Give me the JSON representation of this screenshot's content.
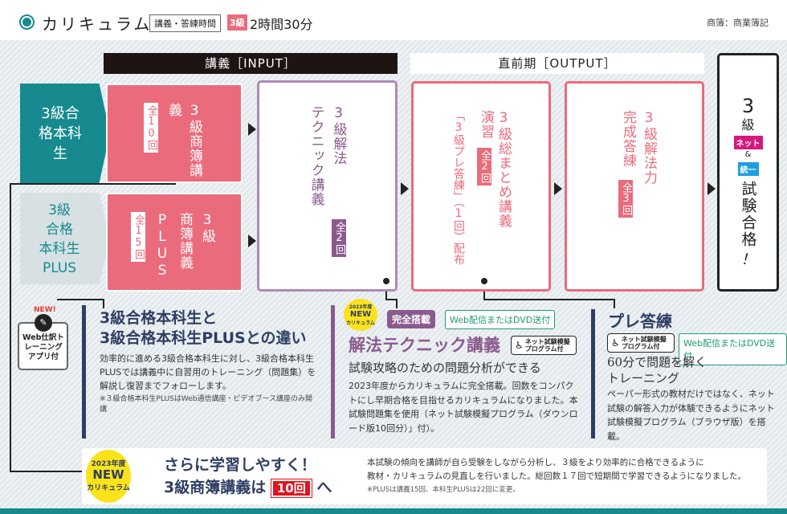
{
  "header": {
    "title": "カリキュラム",
    "time_label": "講義・答練時間",
    "level_badge": "3級",
    "time_value": "2時間30分",
    "note": "商簿：商業簿記"
  },
  "phases": {
    "input": "講義［INPUT］",
    "output": "直前期［OUTPUT］"
  },
  "courses": {
    "honka": "3級合格本科生",
    "plus_line1": "3級",
    "plus_line2": "合格",
    "plus_line3": "本科生",
    "plus_line4": "PLUS"
  },
  "boxes": {
    "shobo": {
      "title": "3級商簿講義",
      "count": "全10回"
    },
    "shobo_plus": {
      "title1": "3級",
      "title2": "商簿講義",
      "title3": "PLUS",
      "count": "全15回"
    },
    "kaiho": {
      "title1": "3級解法",
      "title2": "テクニック講義",
      "count": "全2回"
    },
    "matome": {
      "title1": "3級総まとめ講義",
      "title2": "演習",
      "count": "全2回",
      "note": "「3級プレ答練」（1回）配布"
    },
    "kanse": {
      "title1": "3級解法力",
      "title2": "完成答練",
      "count": "全3回"
    },
    "goal": {
      "level": "3",
      "kyu": "級",
      "net": "ネット",
      "amp": "&",
      "toitsu": "統一",
      "pass": "試験合格",
      "excl": "！"
    }
  },
  "app_badge": {
    "new": "NEW!",
    "text": "Web仕訳トレーニングアプリ付"
  },
  "section1": {
    "title1": "3級合格本科生と",
    "title2": "3級合格本科生PLUSとの違い",
    "body": "効率的に進める3級合格本科生に対し、3級合格本科生PLUSでは講義中に自習用のトレーニング（問題集）を解説し復習までフォローします。",
    "note": "※３級合格本科生PLUSはWeb通信講座・ビデオブース講座のみ開講"
  },
  "section2": {
    "new_year": "2023年度",
    "new_word": "NEW",
    "new_cur": "カリキュラム",
    "badge": "完全搭載",
    "delivery": "Web配信またはDVD送付",
    "title": "解法テクニック講義",
    "program": "ネット試験模擬プログラム付",
    "subtitle": "試験攻略のための問題分析ができる",
    "body": "2023年度からカリキュラムに完全搭載。回数をコンパクトにし早期合格を目指せるカリキュラムになりました。本試験問題集を使用（ネット試験模擬プログラム（ダウンロード版10回分）」付）。"
  },
  "section3": {
    "title": "プレ答練",
    "program": "ネット試験模擬プログラム付",
    "delivery": "Web配信またはDVD送付",
    "subtitle1": "60分で問題を解く",
    "subtitle2": "トレーニング",
    "body": "ペーパー形式の教材だけではなく、ネット試験の解答入力が体験できるようにネット試験模擬プログラム（ブラウザ版）を搭載。"
  },
  "banner": {
    "new_year": "2023年度",
    "new_word": "NEW",
    "new_cur": "カリキュラム",
    "line1": "さらに学習しやすく！",
    "line2_pre": "3級商簿講義は",
    "line2_badge": "10回",
    "line2_post": "へ",
    "body1": "本試験の傾向を講師が自ら受験をしながら分析し、３級をより効率的に合格できるように",
    "body2": "教材・カリキュラムの見直しを行いました。総回数１７回で短期間で学習できるようになりました。",
    "note": "※PLUSは講義15回、本科生PLUSは22回に変更。"
  },
  "colors": {
    "teal": "#168a8e",
    "pink": "#ea6b7c",
    "purple": "#8a5a8e",
    "navy": "#2e3e63",
    "green": "#1e9b73"
  }
}
